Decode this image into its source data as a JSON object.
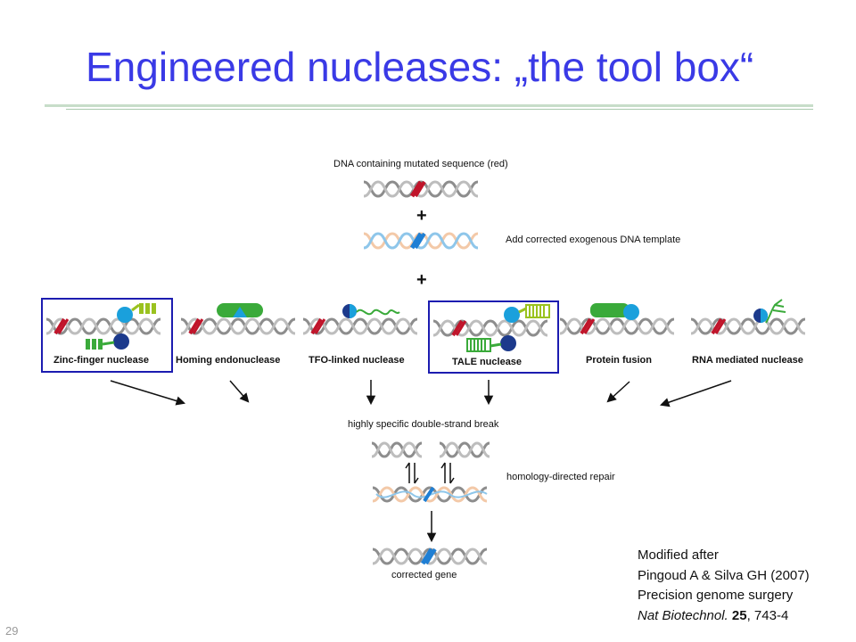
{
  "slide": {
    "title": "Engineered nucleases: „the tool box“",
    "number": "29"
  },
  "diagram": {
    "top_label": "DNA containing mutated sequence (red)",
    "plus": "+",
    "template_label": "Add corrected exogenous DNA template",
    "tools": [
      {
        "label": "Zinc-finger nuclease",
        "highlighted": true
      },
      {
        "label": "Homing endonuclease",
        "highlighted": false
      },
      {
        "label": "TFO-linked nuclease",
        "highlighted": false
      },
      {
        "label": "TALE nuclease",
        "highlighted": true
      },
      {
        "label": "Protein fusion",
        "highlighted": false
      },
      {
        "label": "RNA mediated nuclease",
        "highlighted": false
      }
    ],
    "break_label": "highly specific double-strand break",
    "repair_label": "homology-directed repair",
    "result_label": "corrected gene"
  },
  "reference": {
    "line1": "Modified after",
    "line2": "Pingoud A & Silva GH (2007)",
    "line3": "Precision genome surgery",
    "journal": "Nat Biotechnol.",
    "volume": "25",
    "pages": ", 743-4"
  },
  "colors": {
    "title": "#3a3ae6",
    "box_border": "#1c1cb0",
    "mutation_red": "#c0142a",
    "corrected_blue": "#1f7fd4",
    "template_peach": "#f3c9a8",
    "template_blue": "#8ec6ea",
    "protein_green": "#3aaa3a",
    "zinc_finger_green": "#9ac21f",
    "nuclease_navy": "#1c3a8c",
    "nuclease_cyan": "#1aa0dc"
  }
}
